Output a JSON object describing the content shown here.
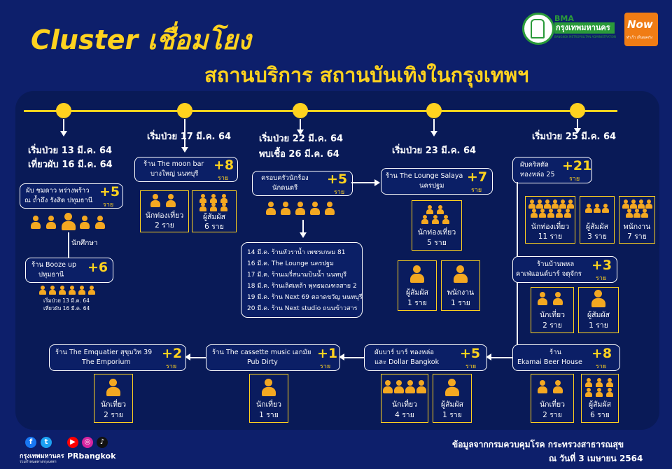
{
  "header": {
    "title_line1": "Cluster เชื่อมโยง",
    "title_line2": "สถานบริการ สถานบันเทิงในกรุงเทพฯ",
    "logo_bma_short": "BMA",
    "logo_bma_name": "กรุงเทพมหานคร",
    "logo_bma_en": "BANGKOK METROPOLITAN ADMINISTRATION",
    "logo_now": "Now",
    "logo_now_sub": "ทำเร็ว เห็นผลจริง"
  },
  "timeline": {
    "c1_line1": "เริ่มป่วย 13 มี.ค. 64",
    "c1_line2": "เที่ยวผับ 16 มี.ค. 64",
    "c2_line1": "เริ่มป่วย 17 มี.ค. 64",
    "c3_line1": "เริ่มป่วย 22 มี.ค. 64",
    "c3_line2": "พบเชื้อ 26 มี.ค. 64",
    "c4_line1": "เริ่มป่วย 23 มี.ค. 64",
    "c5_line1": "เริ่มป่วย 25 มี.ค. 64"
  },
  "unit": "ราย",
  "nodes": {
    "pub_chomdao": {
      "line1": "ผับ ชมดาว พร่างพร้าว",
      "line2": "ณ ถ้ำถึง รังสิต ปทุมธานี",
      "count": "+5"
    },
    "student_label": "นักศึกษา",
    "booze_up": {
      "line1": "ร้าน Booze up",
      "line2": "ปทุมธานี",
      "count": "+6"
    },
    "booze_note1": "เริ่มป่วย 13 มี.ค. 64",
    "booze_note2": "เที่ยวผับ 16 มี.ค. 64",
    "moon_bar": {
      "line1": "ร้าน The moon bar",
      "line2": "บางใหญ่ นนทบุรี",
      "count": "+8"
    },
    "moon_g1": {
      "label": "นักท่องเที่ยว",
      "count": "2 ราย"
    },
    "moon_g2": {
      "label": "ผู้สัมผัส",
      "count": "6 ราย"
    },
    "singer": {
      "line1": "ครอบครัวนักร้อง",
      "line2": "นักดนตรี",
      "count": "+5"
    },
    "lounge_salaya": {
      "line1": "ร้าน The Lounge Salaya",
      "line2": "นครปฐม",
      "count": "+7"
    },
    "salaya_g1": {
      "label": "นักท่องเที่ยว",
      "count": "5 ราย"
    },
    "salaya_g2": {
      "label": "ผู้สัมผัส",
      "count": "1 ราย"
    },
    "salaya_g3": {
      "label": "พนักงาน",
      "count": "1 ราย"
    },
    "crystal": {
      "line1": "ผับคริสตัล",
      "line2": "ทองหล่อ 25",
      "count": "+21"
    },
    "crystal_g1": {
      "label": "นักท่องเที่ยว",
      "count": "11 ราย"
    },
    "crystal_g2": {
      "label": "ผู้สัมผัส",
      "count": "3 ราย"
    },
    "crystal_g3": {
      "label": "พนักงาน",
      "count": "7 ราย"
    },
    "banphol": {
      "line1": "ร้านบ้านพหล",
      "line2": "คาเฟ่แอนด์บาร์ จตุจักร",
      "count": "+3"
    },
    "banphol_g1": {
      "label": "นักเที่ยว",
      "count": "2 ราย"
    },
    "banphol_g2": {
      "label": "ผู้สัมผัส",
      "count": "1 ราย"
    },
    "emquartier": {
      "line1": "ร้าน The Emquatier สุขุมวิท 39",
      "line2": "The Emporium",
      "count": "+2"
    },
    "emq_g1": {
      "label": "นักเที่ยว",
      "count": "2 ราย"
    },
    "cassette": {
      "line1": "ร้าน The cassette music เอกมัย",
      "line2": "Pub Dirty",
      "count": "+1"
    },
    "cassette_g1": {
      "label": "นักเที่ยว",
      "count": "1 ราย"
    },
    "phibbar": {
      "line1": "ผับบาร์ บาร์ ทองหล่อ",
      "line2": "และ Dollar Bangkok",
      "count": "+5"
    },
    "phib_g1": {
      "label": "นักเที่ยว",
      "count": "4 ราย"
    },
    "phib_g2": {
      "label": "ผู้สัมผัส",
      "count": "1 ราย"
    },
    "ekamai": {
      "line1": "ร้าน",
      "line2": "Ekamai Beer House",
      "count": "+8"
    },
    "ekamai_g1": {
      "label": "นักเที่ยว",
      "count": "2 ราย"
    },
    "ekamai_g2": {
      "label": "ผู้สัมผัส",
      "count": "6 ราย"
    }
  },
  "visit_list": [
    "14 มี.ค. ร้านหัวราน้ำ เพชรเกษม 81",
    "16 มี.ค. The Lounge นครปฐม",
    "17 มี.ค. ร้านเมรี่สนามบินน้ำ นนทบุรี",
    "18 มี.ค. ร้านเลิศเหล้า พุทธมณฑลสาย 2",
    "19 มี.ค. ร้าน Next 69 ตลาดขวัญ นนทบุรี",
    "20 มี.ค. ร้าน Next studio ถนนข้าวสาร"
  ],
  "footer": {
    "bma_label": "กรุงเทพมหานคร",
    "bma_sub": "ร่วมกำหนดทางกรุงเทพฯ",
    "pr_label": "PRbangkok",
    "source": "ข้อมูลจากกรมควบคุมโรค กระทรวงสาธารณสุข",
    "date": "ณ วันที่ 3 เมษายน 2564"
  },
  "colors": {
    "background": "#0d1f6b",
    "accent": "#ffd21f",
    "person": "#f4a821"
  }
}
